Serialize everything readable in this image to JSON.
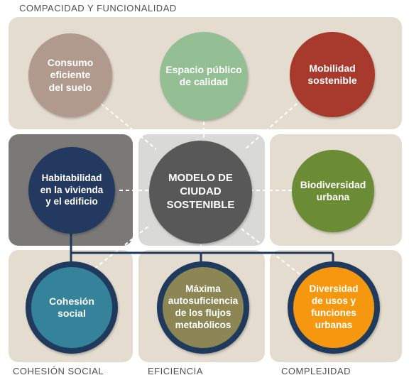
{
  "section_labels": {
    "top": "COMPACIDAD Y FUNCIONALIDAD",
    "bottom_left": "COHESIÓN SOCIAL",
    "bottom_center": "EFICIENCIA",
    "bottom_right": "COMPLEJIDAD"
  },
  "nodes": {
    "consumo": {
      "label": "Consumo\neficiente\ndel suelo",
      "color": "#b09a8d"
    },
    "espacio": {
      "label": "Espacio público\nde calidad",
      "color": "#94bf95"
    },
    "movilidad": {
      "label": "Mobilidad\nsostenible",
      "color": "#a8392d"
    },
    "habitabilidad": {
      "label": "Habitabilidad\nen la vivienda\ny el edificio",
      "color": "#24395f"
    },
    "modelo": {
      "label": "MODELO DE\nCIUDAD\nSOSTENIBLE",
      "color": "#585858"
    },
    "biodiversidad": {
      "label": "Biodiversidad\nurbana",
      "color": "#6b8c35"
    },
    "cohesion": {
      "label": "Cohesión\nsocial",
      "color": "#34839b"
    },
    "autosuficiencia": {
      "label": "Máxima\nautosuficiencia\nde los flujos\nmetabólicos",
      "color": "#8c8554"
    },
    "diversidad": {
      "label": "Diversidad\nde usos y\nfunciones\nurbanas",
      "color": "#f5980f"
    }
  },
  "colors": {
    "panel_beige": "#e4ddcf",
    "panel_dark": "#7a7978",
    "panel_light": "#d9d9d8",
    "connector": "#1f3a5c",
    "ring": "#1f3a5c"
  }
}
